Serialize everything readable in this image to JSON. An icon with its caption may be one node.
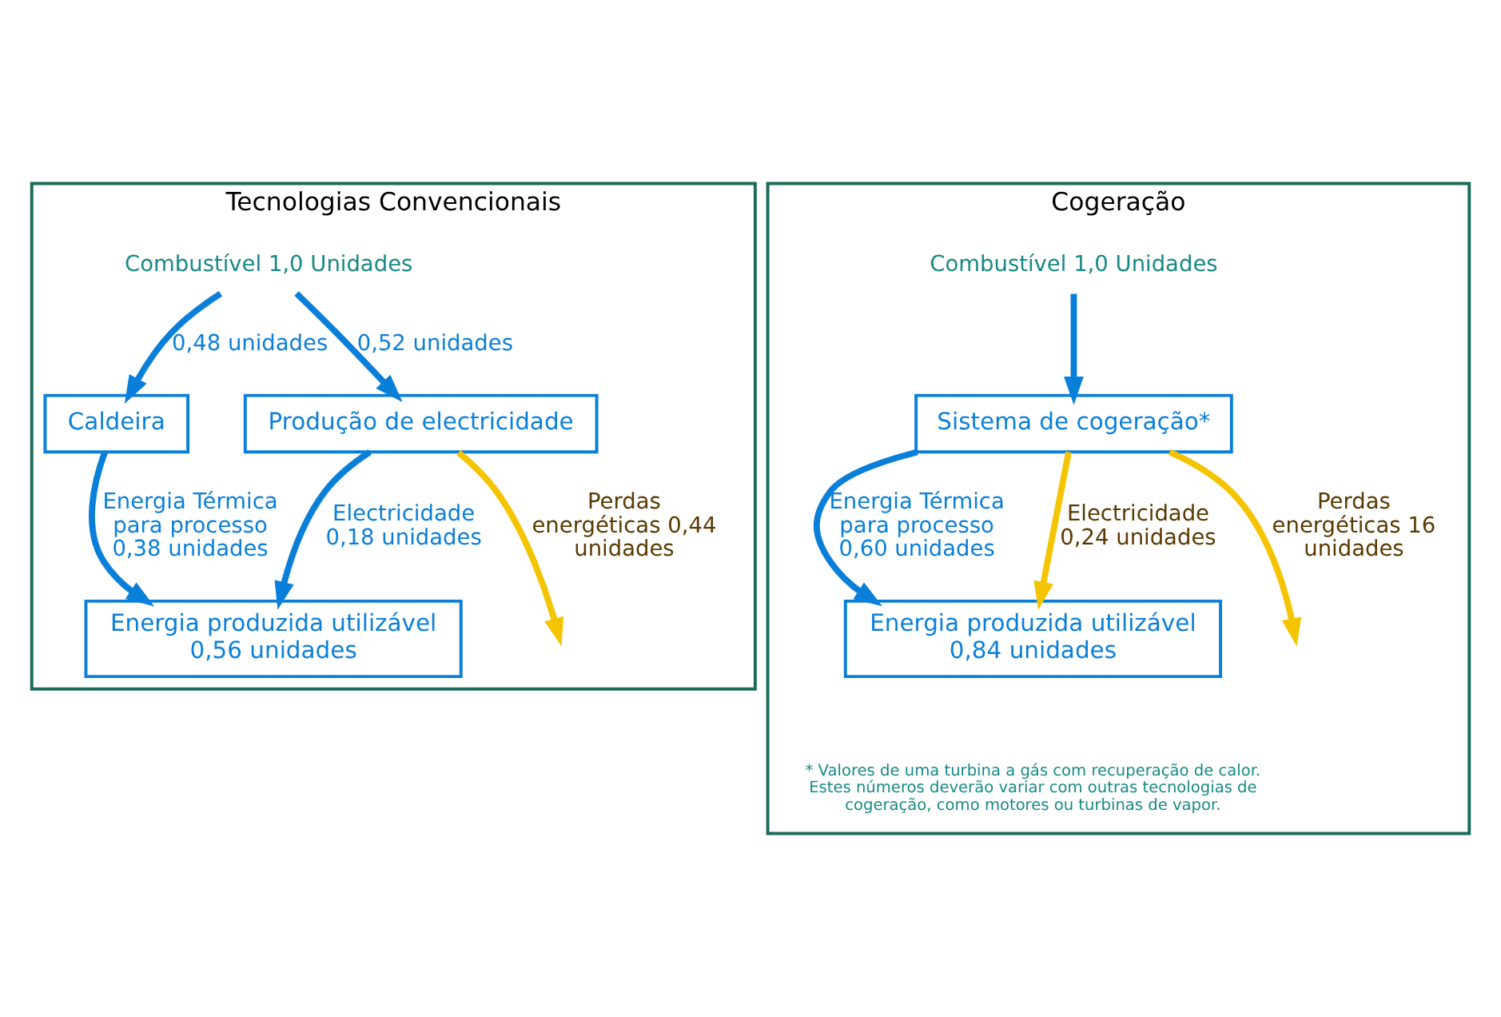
{
  "diagram": {
    "nodes": [
      {
        "text": [
          "Tecnologias Convencionais"
        ]
      },
      {
        "text": [
          "Combustível 1,0 Unidades"
        ],
        "in": 0
      },
      {
        "text": [
          "Caldeira"
        ],
        "in": 0
      },
      {
        "text": [
          "Produção de electricidade"
        ],
        "in": 0
      },
      {
        "text": [
          "Energia produzida utilizável 0,56 unidades"
        ],
        "in": 0
      },
      {
        "text": [
          "Cogeração"
        ]
      },
      {
        "text": [
          "Combustível 1,0 Unidades"
        ],
        "in": 5
      },
      {
        "text": [
          "Sistema de cogeração*"
        ],
        "in": 5
      },
      {
        "text": [
          "Energia produzida utilizável 0,84 unidades"
        ],
        "in": 5
      }
    ],
    "edges": [
      {
        "from": 1,
        "to": 2,
        "arrow": "to",
        "label": "0,48 unidades"
      },
      {
        "from": 1,
        "to": 3,
        "arrow": "to",
        "label": "0,52 unidades"
      },
      {
        "from": 2,
        "to": 4,
        "arrow": "to",
        "label": "Energia Térmica para processo 0,38 unidades"
      },
      {
        "from": 3,
        "to": 4,
        "arrow": "to",
        "label": "Electricidade 0,18 unidades"
      },
      {
        "from": 3,
        "to": null,
        "arrow": "to",
        "label": "Perdas energéticas 0,44 unidades",
        "color": "#f5c400"
      },
      {
        "from": 6,
        "to": 7,
        "arrow": "to"
      },
      {
        "from": 7,
        "to": null,
        "arrow": "to",
        "label": "Perdas energéticas 16 unidades",
        "color": "#f5c400"
      },
      {
        "from": 7,
        "to": 8,
        "arrow": "to",
        "label": "Energia Térmica para processo 0,60 unidades"
      },
      {
        "from": 7,
        "to": 8,
        "arrow": "to",
        "label": "Electricidade 0,24 unidades",
        "color": "#f5c400"
      }
    ],
    "labels": [
      "* Valores de uma turbina a gás com recuperação de calor. Estes números deverão variar com outras tecnologias de cogeração, como motores ou turbinas de vapor."
    ]
  }
}
